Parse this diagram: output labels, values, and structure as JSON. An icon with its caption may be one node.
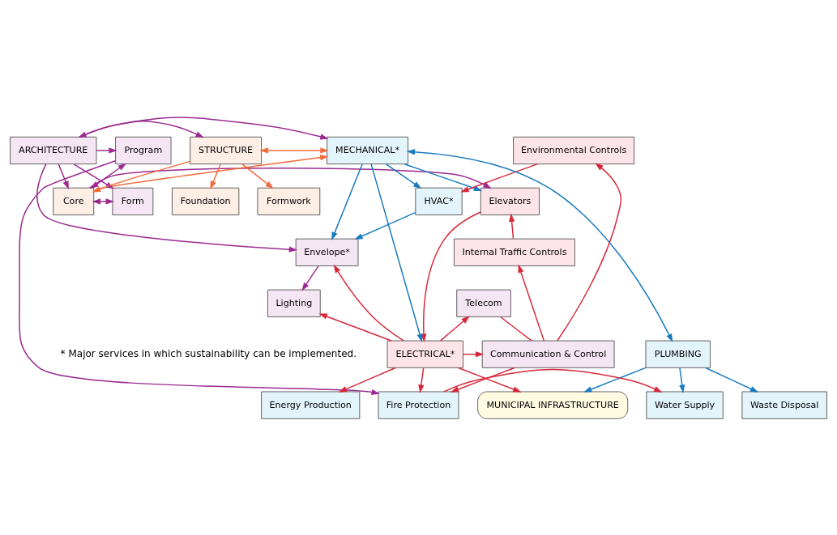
{
  "diagram": {
    "nodes": [
      {
        "text": [
          "Foundation"
        ]
      },
      {
        "text": [
          "Formwork"
        ]
      },
      {
        "text": [
          "Form"
        ]
      },
      {
        "text": [
          "Core"
        ]
      },
      {
        "text": [
          "Elevators"
        ]
      },
      {
        "text": [
          "HVAC*"
        ]
      },
      {
        "text": [
          "Program"
        ]
      },
      {
        "text": [
          "ARCHITECTURE"
        ]
      },
      {
        "text": [
          "STRUCTURE"
        ]
      },
      {
        "text": [
          "MECHANICAL*"
        ]
      },
      {
        "text": [
          "Environmental Controls"
        ]
      },
      {
        "text": [
          "Envelope*"
        ]
      },
      {
        "text": [
          "Internal Traffic Controls"
        ]
      },
      {
        "text": [
          "ELECTRICAL*"
        ]
      },
      {
        "text": [
          "PLUMBING"
        ]
      },
      {
        "text": [
          "Communication & Control"
        ]
      },
      {
        "text": [
          "Energy Production"
        ]
      },
      {
        "text": [
          "MUNICIPAL INFRASTRUCTURE"
        ]
      },
      {
        "text": [
          "Waste Disposal"
        ]
      },
      {
        "text": [
          "Fire Protection"
        ]
      },
      {
        "text": [
          "Water Supply"
        ]
      },
      {
        "text": [
          "Telecom"
        ]
      },
      {
        "text": [
          "Lighting"
        ]
      }
    ],
    "edges": [
      {
        "from": 8,
        "to": 0,
        "arrow": "to",
        "color": "#f26a3a"
      },
      {
        "from": 8,
        "to": 1,
        "arrow": "to",
        "color": "#f26a3a"
      },
      {
        "from": 8,
        "to": 3,
        "arrow": "to",
        "color": "#f26a3a"
      },
      {
        "from": 3,
        "to": 9,
        "arrow": "to",
        "color": "#f26a3a"
      },
      {
        "from": 8,
        "to": 9,
        "arrow": "both",
        "color": "#f26a3a"
      },
      {
        "from": 7,
        "to": 2,
        "arrow": "to"
      },
      {
        "from": 7,
        "to": 6,
        "arrow": "to"
      },
      {
        "from": 7,
        "to": 11,
        "arrow": "to"
      },
      {
        "from": 7,
        "to": 8,
        "arrow": "both"
      },
      {
        "from": 7,
        "to": 3,
        "arrow": "to"
      },
      {
        "from": 7,
        "to": 9,
        "arrow": "to"
      },
      {
        "from": 3,
        "to": 4,
        "arrow": "to"
      },
      {
        "from": 3,
        "to": 2,
        "arrow": "both"
      },
      {
        "from": 3,
        "to": 6,
        "arrow": "both"
      },
      {
        "from": 6,
        "to": 19,
        "arrow": "to"
      },
      {
        "from": 11,
        "to": 22,
        "arrow": "to"
      },
      {
        "from": 5,
        "to": 11,
        "arrow": "to",
        "color": "#1a7bbf"
      },
      {
        "from": 9,
        "to": 4,
        "arrow": "to",
        "color": "#1a7bbf"
      },
      {
        "from": 9,
        "to": 5,
        "arrow": "to",
        "color": "#1a7bbf"
      },
      {
        "from": 9,
        "to": 11,
        "arrow": "to",
        "color": "#1a7bbf"
      },
      {
        "from": 9,
        "to": 13,
        "arrow": "to",
        "color": "#1a7bbf"
      },
      {
        "from": 14,
        "to": 9,
        "arrow": "both",
        "color": "#1a7bbf"
      },
      {
        "from": 14,
        "to": 17,
        "arrow": "to",
        "color": "#1a7bbf"
      },
      {
        "from": 14,
        "to": 18,
        "arrow": "to",
        "color": "#1a7bbf"
      },
      {
        "from": 14,
        "to": 20,
        "arrow": "to",
        "color": "#1a7bbf"
      },
      {
        "from": 4,
        "to": 13,
        "arrow": "to",
        "color": "#d7283a"
      },
      {
        "from": 12,
        "to": 4,
        "arrow": "to",
        "color": "#d7283a"
      },
      {
        "from": 10,
        "to": 5,
        "arrow": "to",
        "color": "#d7283a"
      },
      {
        "from": 15,
        "to": 10,
        "arrow": "to",
        "color": "#d7283a"
      },
      {
        "from": 15,
        "to": 12,
        "arrow": "to",
        "color": "#d7283a"
      },
      {
        "from": 13,
        "to": 11,
        "arrow": "to",
        "color": "#d7283a"
      },
      {
        "from": 13,
        "to": 16,
        "arrow": "to",
        "color": "#d7283a"
      },
      {
        "from": 13,
        "to": 19,
        "arrow": "to",
        "color": "#d7283a"
      },
      {
        "from": 13,
        "to": 21,
        "arrow": "to",
        "color": "#d7283a"
      },
      {
        "from": 13,
        "to": 22,
        "arrow": "to",
        "color": "#d7283a"
      },
      {
        "from": 13,
        "to": 17,
        "arrow": "to",
        "color": "#d7283a"
      },
      {
        "from": 13,
        "to": 15,
        "arrow": "to",
        "color": "#d7283a"
      },
      {
        "from": 19,
        "to": 20,
        "arrow": "to",
        "color": "#d7283a"
      },
      {
        "from": 15,
        "to": 19,
        "arrow": "to",
        "color": "#d7283a"
      },
      {
        "from": 21,
        "to": 15,
        "arrow": "none",
        "color": "#d7283a"
      }
    ],
    "labels": [
      "* Major services in which sustainability can be implemented."
    ]
  }
}
